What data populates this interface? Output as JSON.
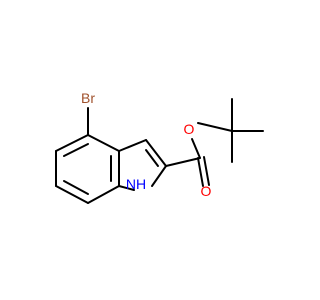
{
  "molecule": {
    "atoms": {
      "br": {
        "label": "Br",
        "color": "#a0522d"
      },
      "nh": {
        "label": "NH",
        "color": "#0000ff"
      },
      "o_ether": {
        "label": "O",
        "color": "#ff0000"
      },
      "o_carbonyl": {
        "label": "O",
        "color": "#ff0000"
      }
    },
    "bond_color": "#000000",
    "background": "#ffffff"
  }
}
